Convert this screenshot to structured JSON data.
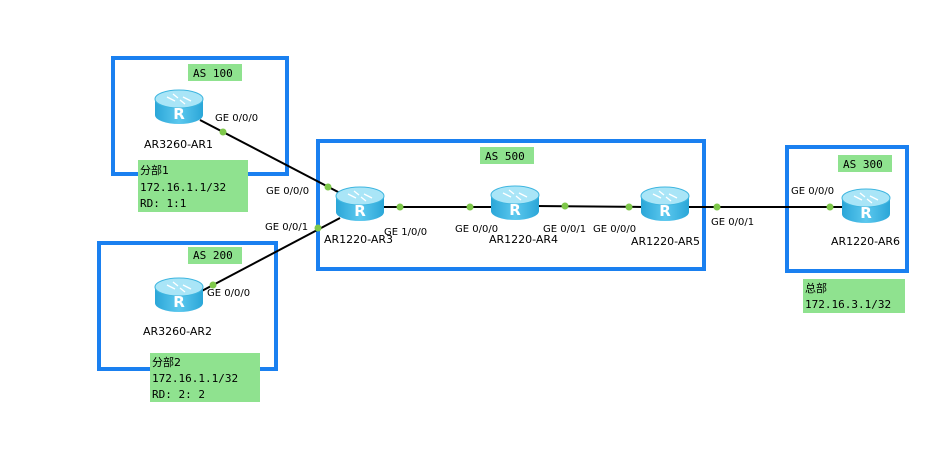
{
  "colors": {
    "as_border": "#1a80f0",
    "label_fill": "#8fe28f",
    "link": "#000000",
    "port_dot": "#7ec84a",
    "router_body": "#3fb6e0",
    "router_top": "#a9e5f7"
  },
  "as_boxes": [
    {
      "id": "as100",
      "label": "AS 100"
    },
    {
      "id": "as200",
      "label": "AS 200"
    },
    {
      "id": "as500",
      "label": "AS 500"
    },
    {
      "id": "as300",
      "label": "AS 300"
    }
  ],
  "routers": [
    {
      "id": "ar1",
      "name": "AR3260-AR1",
      "icon": "router-icon",
      "glyph": "R"
    },
    {
      "id": "ar2",
      "name": "AR3260-AR2",
      "icon": "router-icon",
      "glyph": "R"
    },
    {
      "id": "ar3",
      "name": "AR1220-AR3",
      "icon": "router-icon",
      "glyph": "R"
    },
    {
      "id": "ar4",
      "name": "AR1220-AR4",
      "icon": "router-icon",
      "glyph": "R"
    },
    {
      "id": "ar5",
      "name": "AR1220-AR5",
      "icon": "router-icon",
      "glyph": "R"
    },
    {
      "id": "ar6",
      "name": "AR1220-AR6",
      "icon": "router-icon",
      "glyph": "R"
    }
  ],
  "ports": [
    {
      "id": "p1",
      "label": "GE 0/0/0"
    },
    {
      "id": "p2",
      "label": "GE 0/0/0"
    },
    {
      "id": "p3",
      "label": "GE 0/0/1"
    },
    {
      "id": "p4",
      "label": "GE 0/0/0"
    },
    {
      "id": "p5",
      "label": "GE 1/0/0"
    },
    {
      "id": "p6",
      "label": "GE 0/0/0"
    },
    {
      "id": "p7",
      "label": "GE 0/0/1"
    },
    {
      "id": "p8",
      "label": "GE 0/0/0"
    },
    {
      "id": "p9",
      "label": "GE 0/0/1"
    },
    {
      "id": "p10",
      "label": "GE 0/0/0"
    }
  ],
  "notes": [
    {
      "id": "n1",
      "title": "分部1",
      "lines": [
        "172.16.1.1/32",
        "RD: 1:1"
      ]
    },
    {
      "id": "n2",
      "title": "分部2",
      "lines": [
        "172.16.1.1/32",
        "RD: 2: 2"
      ]
    },
    {
      "id": "n3",
      "title": "总部",
      "lines": [
        "172.16.3.1/32"
      ]
    }
  ]
}
